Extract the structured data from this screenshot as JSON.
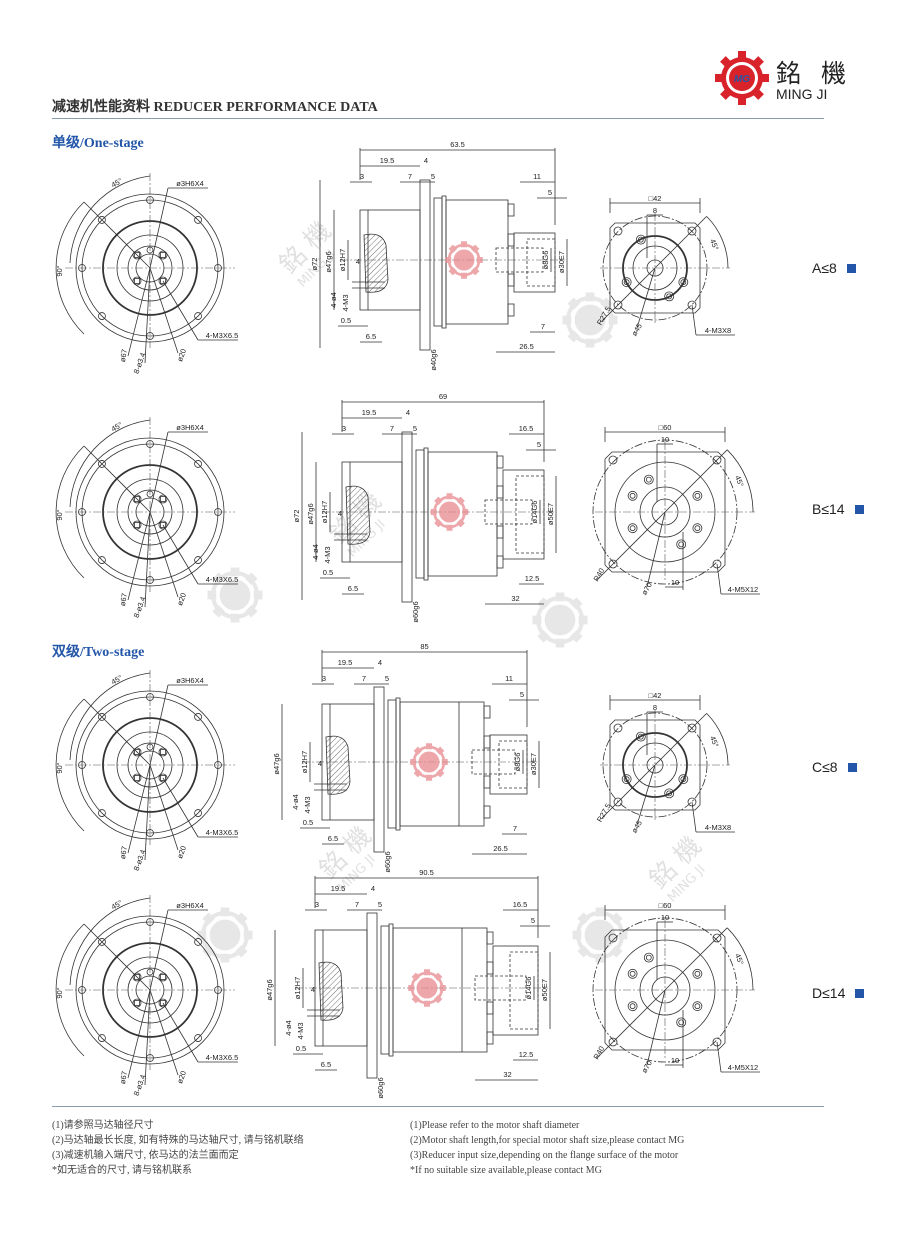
{
  "header": {
    "title": "减速机性能资料 REDUCER PERFORMANCE DATA",
    "logo_cn": "銘 機",
    "logo_en": "MING JI",
    "logo_mark": "MG"
  },
  "watermark": {
    "cn": "銘 機",
    "en": "MING JI"
  },
  "sections": {
    "one_stage": "单级/One-stage",
    "two_stage": "双级/Two-stage"
  },
  "rows": [
    {
      "label": "A≤8",
      "front": {
        "pin": "ø3H6X4",
        "angle45": "45°",
        "angle90": "90°",
        "d_bolt": "ø67",
        "holes": "8-ø3.4",
        "d_center": "ø20",
        "thread": "4-M3X6.5"
      },
      "side": {
        "overall": "63.5",
        "d19_5": "19.5",
        "d4": "4",
        "d3": "3",
        "d7": "7",
        "d5": "5",
        "rt1": "11",
        "rt2": "5",
        "phi_outer": "ø72",
        "phi_47": "ø47g6",
        "phi_12": "ø12H7",
        "d4b": "4",
        "holes": "4-ø4",
        "thread": "4-M3",
        "d0_5": "0.5",
        "d6_5": "6.5",
        "phi_pilot": "ø40g6",
        "phi_shaft": "ø8G6",
        "phi_out": "ø30E7",
        "rb1": "7",
        "rb2": "26.5"
      },
      "end": {
        "square": "□42",
        "w": "8",
        "angle": "45°",
        "radius": "R27.5",
        "d": "ø45",
        "thread": "4-M3X8"
      }
    },
    {
      "label": "B≤14",
      "front": {
        "pin": "ø3H6X4",
        "angle45": "45°",
        "angle90": "90°",
        "d_bolt": "ø67",
        "holes": "8-ø3.4",
        "d_center": "ø20",
        "thread": "4-M3X6.5"
      },
      "side": {
        "overall": "69",
        "d19_5": "19.5",
        "d4": "4",
        "d3": "3",
        "d7": "7",
        "d5": "5",
        "rt1": "16.5",
        "rt2": "5",
        "phi_outer": "ø72",
        "phi_47": "ø47g6",
        "phi_12": "ø12H7",
        "d4b": "4",
        "holes": "4-ø4",
        "thread": "4-M3",
        "d0_5": "0.5",
        "d6_5": "6.5",
        "phi_pilot": "ø60g6",
        "phi_shaft": "ø14G6",
        "phi_out": "ø50E7",
        "rb1": "12.5",
        "rb2": "32"
      },
      "end": {
        "square": "□60",
        "w": "10",
        "angle": "45°",
        "radius": "R40",
        "d": "ø70",
        "w2": "10",
        "thread": "4-M5X12"
      }
    },
    {
      "label": "C≤8",
      "front": {
        "pin": "ø3H6X4",
        "angle45": "45°",
        "angle90": "90°",
        "d_bolt": "ø67",
        "holes": "8-ø3.4",
        "d_center": "ø20",
        "thread": "4-M3X6.5"
      },
      "side": {
        "overall": "85",
        "d19_5": "19.5",
        "d4": "4",
        "d3": "3",
        "d7": "7",
        "d5": "5",
        "rt1": "11",
        "rt2": "5",
        "phi_47": "ø47g6",
        "phi_12": "ø12H7",
        "d4b": "4",
        "holes": "4-ø4",
        "thread": "4-M3",
        "d0_5": "0.5",
        "d6_5": "6.5",
        "phi_pilot": "ø60g6",
        "phi_shaft": "ø8G6",
        "phi_out": "ø30E7",
        "rb1": "7",
        "rb2": "26.5"
      },
      "end": {
        "square": "□42",
        "w": "8",
        "angle": "45°",
        "radius": "R27.5",
        "d": "ø45",
        "thread": "4-M3X8"
      }
    },
    {
      "label": "D≤14",
      "front": {
        "pin": "ø3H6X4",
        "angle45": "45°",
        "angle90": "90°",
        "d_bolt": "ø67",
        "holes": "8-ø3.4",
        "d_center": "ø20",
        "thread": "4-M3X6.5"
      },
      "side": {
        "overall": "90.5",
        "d19_5": "19.5",
        "d4": "4",
        "d3": "3",
        "d7": "7",
        "d5": "5",
        "rt1": "16.5",
        "rt2": "5",
        "phi_47": "ø47g6",
        "phi_12": "ø12H7",
        "d4b": "4",
        "holes": "4-ø4",
        "thread": "4-M3",
        "d0_5": "0.5",
        "d6_5": "6.5",
        "phi_pilot": "ø60g6",
        "phi_shaft": "ø14G6",
        "phi_out": "ø50E7",
        "rb1": "12.5",
        "rb2": "32"
      },
      "end": {
        "square": "□60",
        "w": "10",
        "angle": "45°",
        "radius": "R40",
        "d": "ø70",
        "w2": "10",
        "thread": "4-M5X12"
      }
    }
  ],
  "notes": {
    "cn": [
      "(1)请参照马达轴径尺寸",
      "(2)马达轴最长长度, 如有特殊的马达轴尺寸, 请与铭机联络",
      "(3)减速机输入端尺寸, 依马达的法兰面而定",
      "*如无适合的尺寸, 请与铭机联系"
    ],
    "en": [
      "(1)Please refer to the motor shaft diameter",
      "(2)Motor shaft length,for special motor shaft size,please contact MG",
      "(3)Reducer input size,depending on the flange surface of the motor",
      "*If no suitable size available,please contact MG"
    ]
  },
  "colors": {
    "accent": "#2356a8",
    "logo_red": "#d8232a",
    "rule": "#8a9bb0"
  }
}
